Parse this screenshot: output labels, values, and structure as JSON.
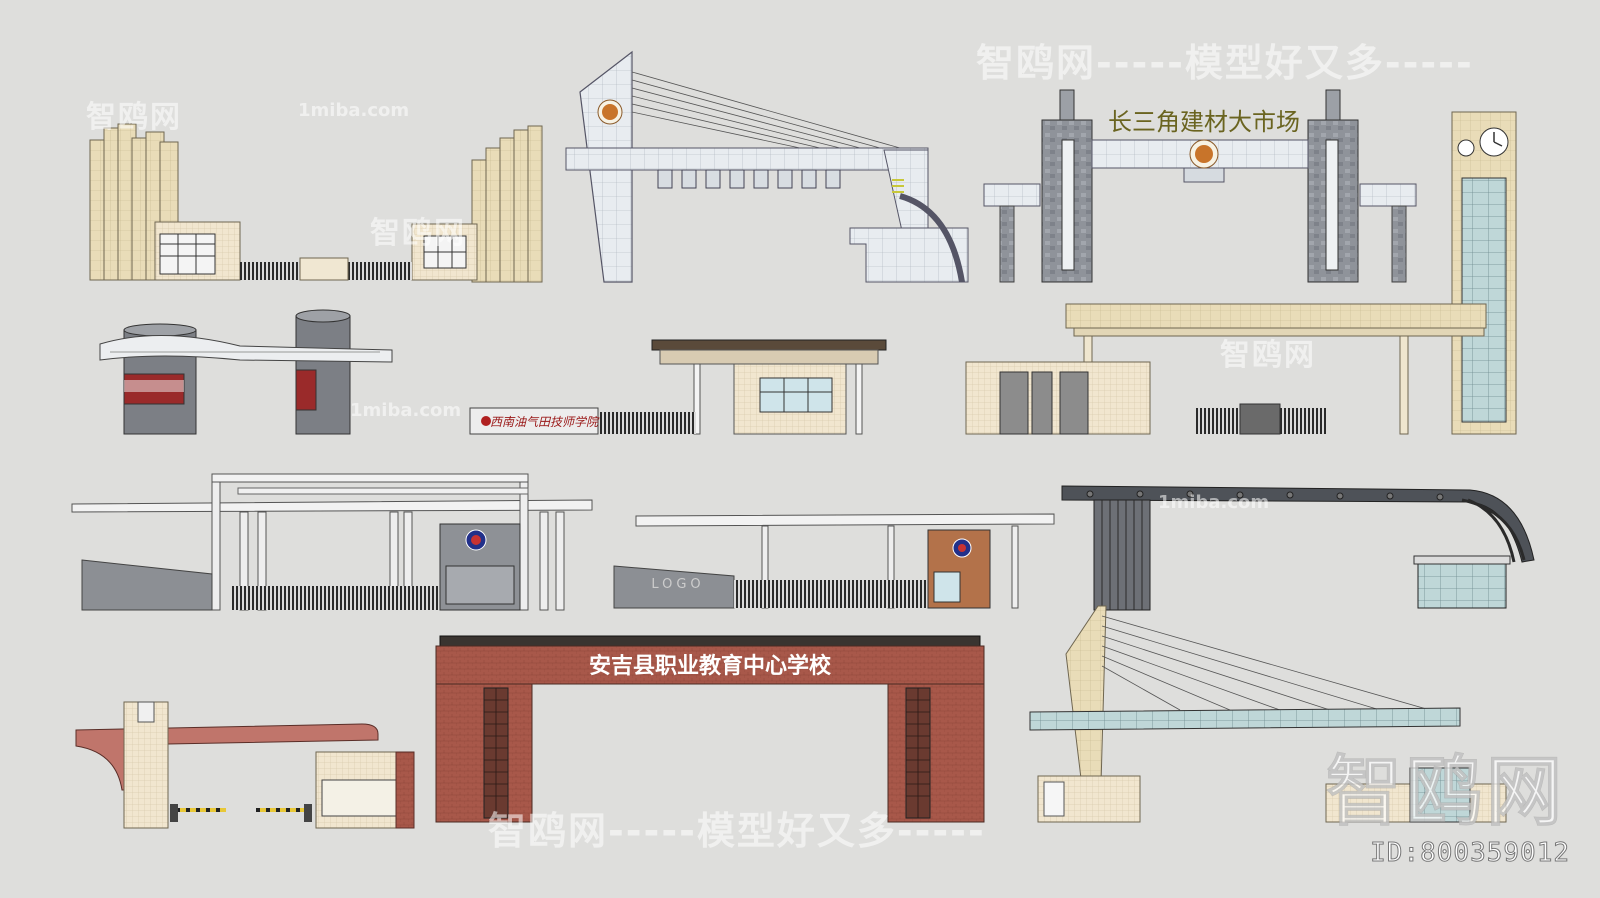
{
  "signs": {
    "market": "长三角建材大市场",
    "school": "安吉县职业教育中心学校",
    "college": "西南油气田技师学院",
    "logo": "LOGO"
  },
  "watermarks": {
    "header": "智鸥网-----模型好又多-----",
    "footer": "智鸥网-----模型好又多-----",
    "brand": "智鸥网",
    "brand_short": "智鸥网",
    "site": "1miba.com"
  },
  "id_label": "ID:800359012",
  "colors": {
    "background": "#dededc",
    "stone": "#e9dcb8",
    "brick": "#a8584a",
    "steel": "#8f939a",
    "glass": "#bfd7d8"
  }
}
